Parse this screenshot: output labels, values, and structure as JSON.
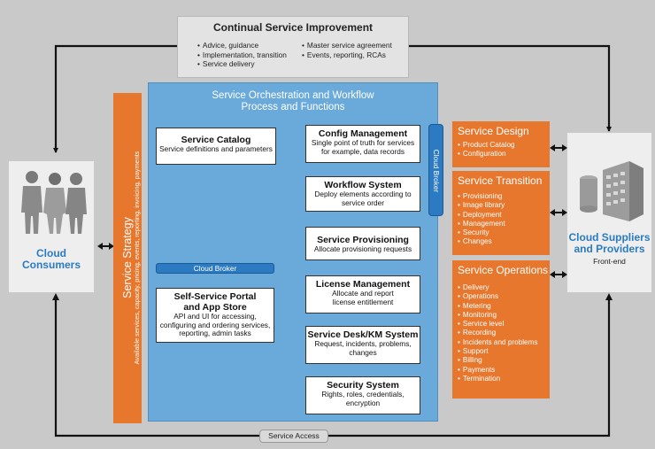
{
  "csi": {
    "title": "Continual Service Improvement",
    "left_items": [
      "Advice, guidance",
      "Implementation, transition",
      "Service delivery"
    ],
    "right_items": [
      "Master service agreement",
      "Events, reporting, RCAs"
    ]
  },
  "orchestration": {
    "title_line1": "Service Orchestration and Workflow",
    "title_line2": "Process and Functions"
  },
  "service_catalog": {
    "title": "Service Catalog",
    "desc": "Service definitions and parameters"
  },
  "cloud_broker_horizontal": "Cloud Broker",
  "cloud_broker_vertical": "Cloud Broker",
  "self_service": {
    "title_line1": "Self-Service Portal",
    "title_line2": "and App Store",
    "desc_lines": [
      "API and UI for accessing,",
      "configuring and ordering services,",
      "reporting, admin tasks"
    ]
  },
  "functions": [
    {
      "title": "Config Management",
      "desc_lines": [
        "Single point of truth for services",
        "for example, data records"
      ]
    },
    {
      "title": "Workflow System",
      "desc_lines": [
        "Deploy elements according to",
        "service order"
      ]
    },
    {
      "title": "Service Provisioning",
      "desc_lines": [
        "Allocate provisioning requests"
      ]
    },
    {
      "title": "License Management",
      "desc_lines": [
        "Allocate and report",
        "license entitlement"
      ]
    },
    {
      "title": "Service Desk/KM System",
      "desc_lines": [
        "Request, incidents, problems,",
        "changes"
      ]
    },
    {
      "title": "Security System",
      "desc_lines": [
        "Rights, roles, credentials,",
        "encryption"
      ]
    }
  ],
  "strategy": {
    "title": "Service Strategy",
    "subtitle": "Available services, capacity, pricing, events, reporting, invoicing, payments"
  },
  "service_design": {
    "title": "Service Design",
    "items": [
      "Product Catalog",
      "Configuration"
    ]
  },
  "service_transition": {
    "title": "Service Transition",
    "items": [
      "Provisioning",
      "Image library",
      "Deployment",
      "Management",
      "Security",
      "Changes"
    ]
  },
  "service_operations": {
    "title": "Service Operations",
    "items": [
      "Delivery",
      "Operations",
      "Metering",
      "Monitoring",
      "Service level",
      "Recording",
      "Incidents and problems",
      "Support",
      "Billing",
      "Payments",
      "Termination"
    ]
  },
  "consumers": {
    "line1": "Cloud",
    "line2": "Consumers"
  },
  "suppliers": {
    "line1": "Cloud Suppliers",
    "line2": "and Providers",
    "sub": "Front-end"
  },
  "service_access": "Service Access"
}
